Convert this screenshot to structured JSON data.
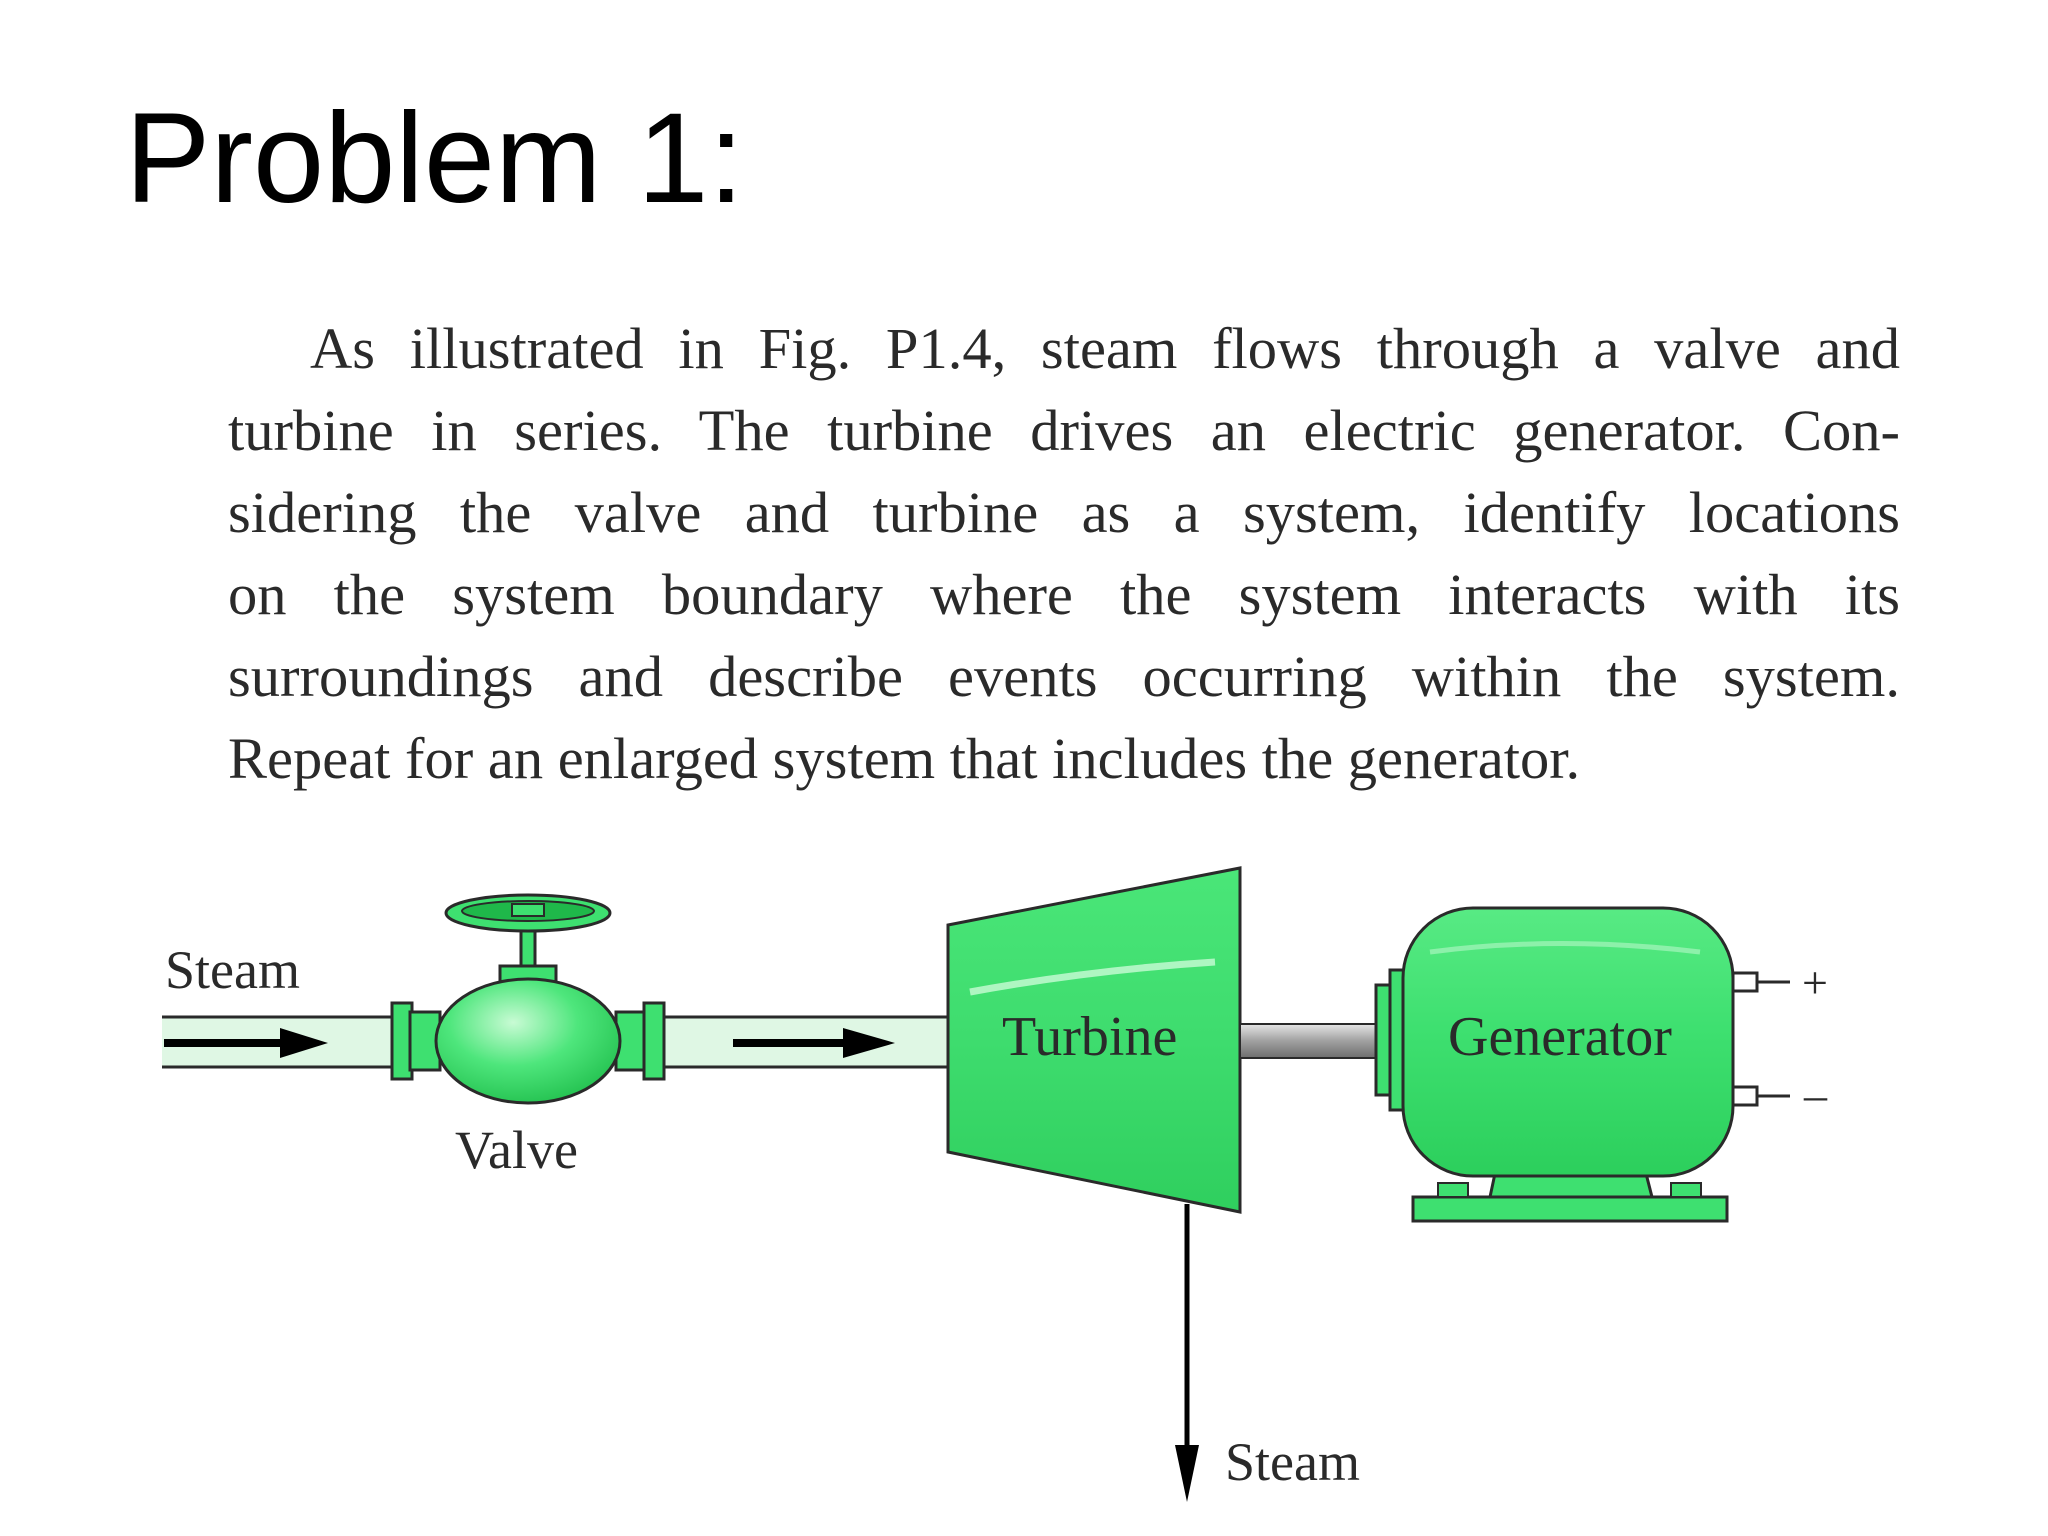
{
  "slide": {
    "title": "Problem 1:"
  },
  "problem": {
    "lines": [
      "As illustrated in Fig. P1.4, steam flows through a valve and",
      "turbine in series. The turbine drives an electric generator. Con-",
      "sidering the valve and turbine as a system, identify locations",
      "on the system boundary where the system interacts with its",
      "surroundings and describe events occurring within the system.",
      "Repeat for an enlarged system that includes the generator."
    ]
  },
  "figure": {
    "labels": {
      "steam_in": "Steam",
      "valve": "Valve",
      "turbine": "Turbine",
      "generator": "Generator",
      "steam_out": "Steam",
      "plus": "+",
      "minus": "–"
    },
    "colors": {
      "green": "#3ee070",
      "green_light": "#7cf09a",
      "green_dark": "#1fb84a",
      "pipe_fill": "#dff7e4",
      "outline": "#2a2a2a",
      "shaft": "#a9a9a9"
    }
  }
}
